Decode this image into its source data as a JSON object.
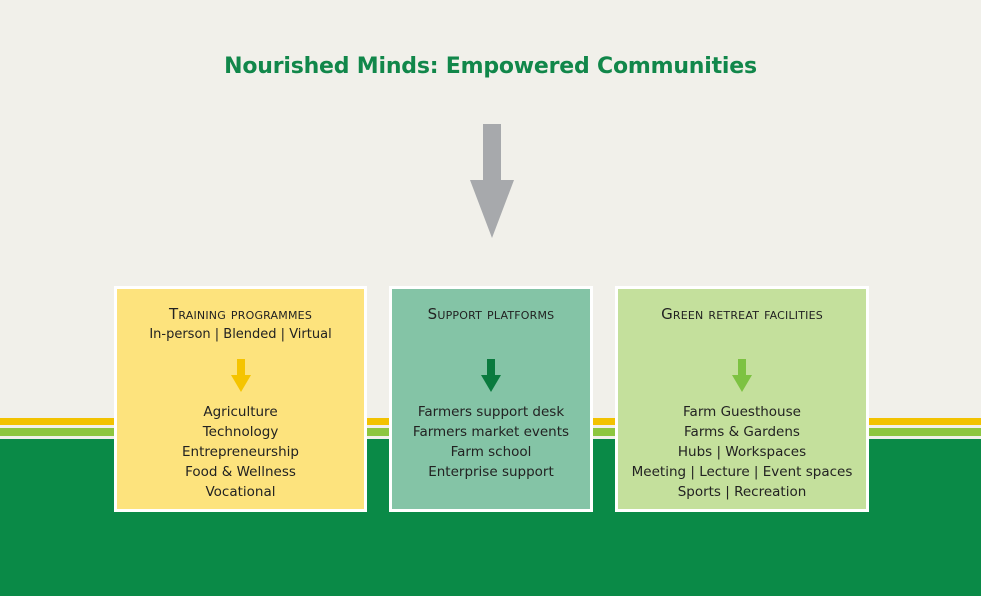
{
  "title": "Nourished Minds: Empowered Communities",
  "colors": {
    "background": "#f1f0ea",
    "title_green": "#11874a",
    "band_green": "#0a8a47",
    "stripe_yellow": "#f2c200",
    "stripe_lime": "#8dc63f",
    "main_arrow_gray": "#a7a9ac"
  },
  "boxes": [
    {
      "heading": "Training programmes",
      "subheading": "In-person | Blended | Virtual",
      "color": "#fde37d",
      "arrow_color": "#f5c400",
      "items": [
        "Agriculture",
        "Technology",
        "Entrepreneurship",
        "Food & Wellness",
        "Vocational"
      ]
    },
    {
      "heading": "Support platforms",
      "color": "#84c4a6",
      "arrow_color": "#0a7a3e",
      "items": [
        "Farmers support desk",
        "Farmers market events",
        "Farm school",
        "Enterprise support"
      ]
    },
    {
      "heading": "Green retreat facilities",
      "color": "#c4e09c",
      "arrow_color": "#7dc242",
      "items": [
        "Farm Guesthouse",
        "Farms & Gardens",
        "Hubs | Workspaces",
        "Meeting | Lecture | Event spaces",
        "Sports | Recreation"
      ]
    }
  ]
}
